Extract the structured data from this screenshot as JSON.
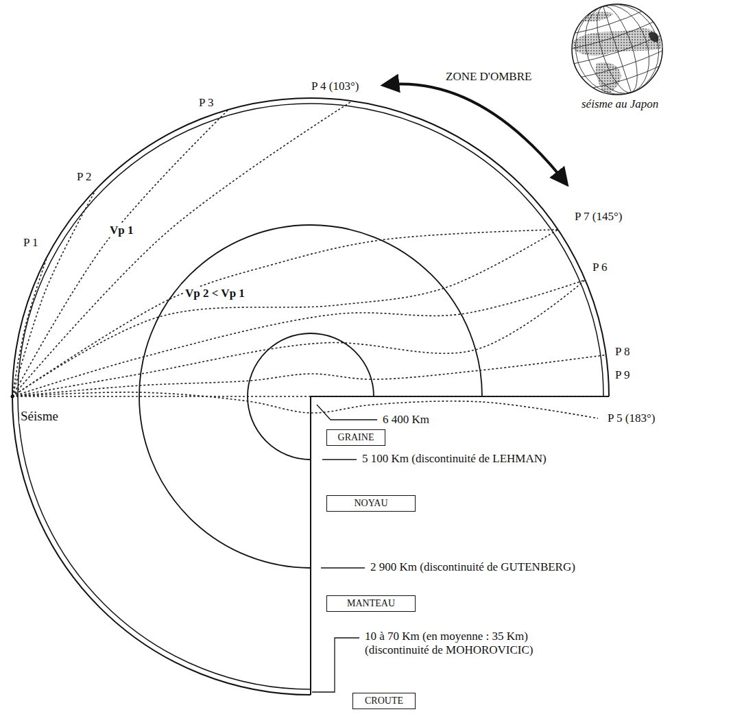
{
  "diagram": {
    "nodes": [
      {
        "text": [
          "GRAINE"
        ]
      },
      {
        "text": [
          "NOYAU"
        ]
      },
      {
        "text": [
          "MANTEAU"
        ]
      },
      {
        "text": [
          "CROUTE"
        ]
      }
    ],
    "labels": [
      "P 1",
      "P 2",
      "P 3",
      "P 4 (103°)",
      "ZONE D'OMBRE",
      "séisme au Japon",
      "P 7 (145°)",
      "Vp 1",
      "P 6",
      "Vp 2 < Vp 1",
      "P 8",
      "P 9",
      "Séisme",
      "P 5 (183°)",
      "6 400 Km",
      "5 100 Km (discontinuité de LEHMAN)",
      "2 900 Km (discontinuité de GUTENBERG)",
      "10 à 70 Km (en moyenne : 35 Km) (discontinuité de MOHOROVICIC)"
    ]
  }
}
